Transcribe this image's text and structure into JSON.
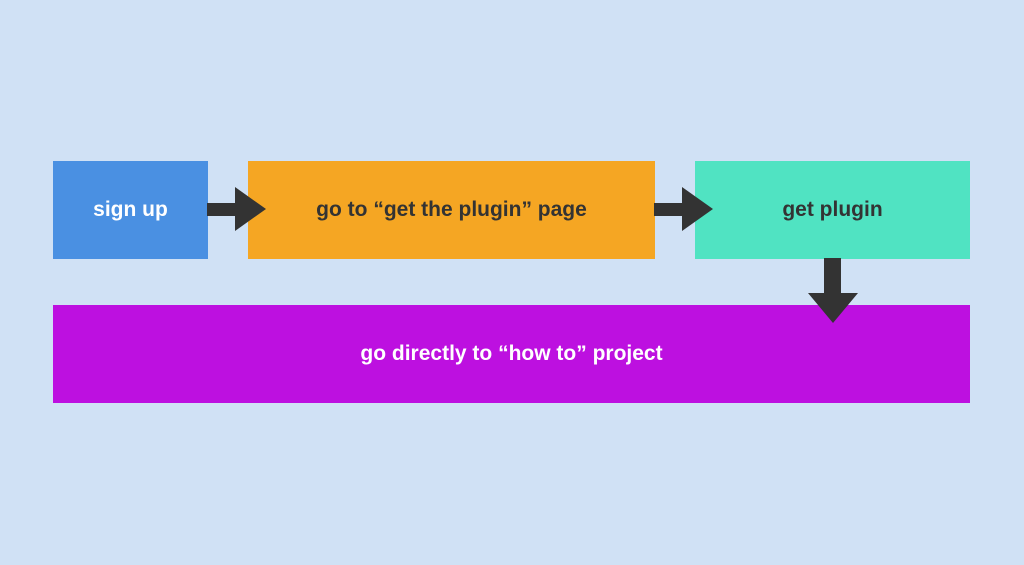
{
  "canvas": {
    "background_color": "#d0e1f5",
    "arrow_color": "#333333"
  },
  "nodes": {
    "signup": {
      "label": "sign up",
      "bg_color": "#4a90e2",
      "text_color": "#ffffff"
    },
    "plugin_page": {
      "label": "go to “get the plugin” page",
      "bg_color": "#f5a623",
      "text_color": "#333333"
    },
    "get_plugin": {
      "label": "get plugin",
      "bg_color": "#50e3c2",
      "text_color": "#333333"
    },
    "how_to": {
      "label": "go directly to “how to” project",
      "bg_color": "#bd10e0",
      "text_color": "#ffffff"
    }
  }
}
